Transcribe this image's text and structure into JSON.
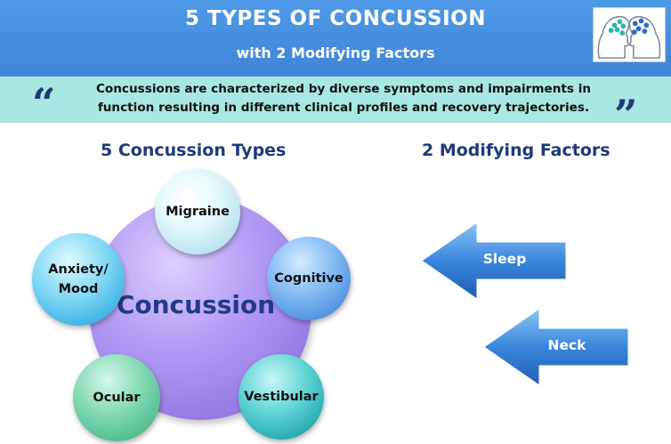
{
  "header": {
    "title": "5 TYPES OF CONCUSSION",
    "subtitle": "with 2 Modifying Factors",
    "logo_icon": "brain-heads-logo-icon"
  },
  "quote": {
    "open_mark": "“",
    "close_mark": "”",
    "line1": "Concussions are characterized by diverse symptoms and impairments in",
    "line2": "function resulting in different clinical profiles and recovery trajectories."
  },
  "types": {
    "heading": "5 Concussion Types",
    "center": "Concussion",
    "items": {
      "migraine": "Migraine",
      "cognitive": "Cognitive",
      "anxiety_line1": "Anxiety/",
      "anxiety_line2": "Mood",
      "ocular": "Ocular",
      "vestibular": "Vestibular"
    }
  },
  "factors": {
    "heading": "2 Modifying Factors",
    "items": [
      "Sleep",
      "Neck"
    ]
  },
  "colors": {
    "header_blue": "#4f9ae8",
    "quote_band": "#a8e8e2",
    "heading_navy": "#1f3a7a",
    "concussion_purple": "#b59ef5",
    "arrow_blue": "#3a86dc"
  }
}
